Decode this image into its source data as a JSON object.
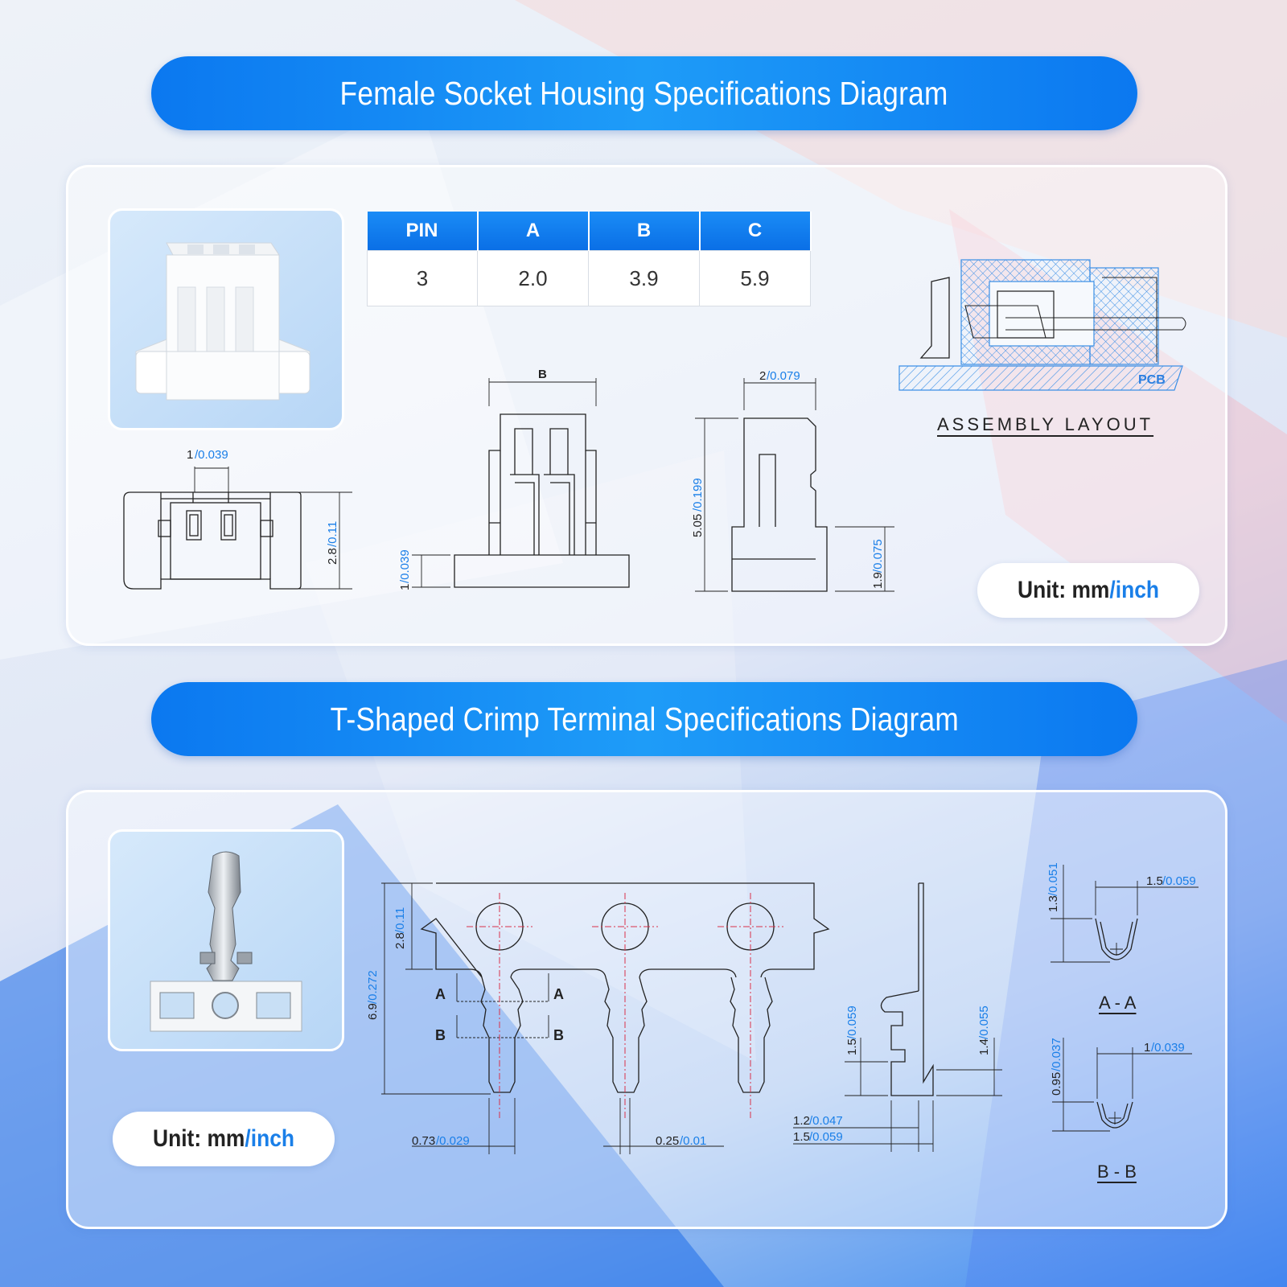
{
  "section1": {
    "title": "Female Socket Housing Specifications Diagram",
    "table": {
      "headers": [
        "PIN",
        "A",
        "B",
        "C"
      ],
      "row": [
        "3",
        "2.0",
        "3.9",
        "5.9"
      ]
    },
    "assembly_label": "ASSEMBLY LAYOUT",
    "pcb_label": "PCB",
    "dims": {
      "pitch_mm": "1",
      "pitch_in": "/0.039",
      "height_mm": "2.8",
      "height_in": "/0.11",
      "b_label": "B",
      "base_mm": "1",
      "base_in": "/0.039",
      "width_mm": "2",
      "width_in": "/0.079",
      "total_mm": "5.05",
      "total_in": "/0.199",
      "foot_mm": "1.9",
      "foot_in": "/0.075"
    },
    "unit": {
      "prefix": "Unit: mm",
      "suffix": "/inch"
    }
  },
  "section2": {
    "title": "T-Shaped Crimp Terminal Specifications Diagram",
    "unit": {
      "prefix": "Unit: mm",
      "suffix": "/inch"
    },
    "dims": {
      "carrier_mm": "2.8",
      "carrier_in": "/0.11",
      "total_mm": "6.9",
      "total_in": "/0.272",
      "a_label": "A",
      "b_label": "B",
      "width_mm": "0.73",
      "width_in": "/0.029",
      "pin_mm": "0.25",
      "pin_in": "/0.01",
      "side_h_mm": "1.5",
      "side_h_in": "/0.059",
      "side_h2_mm": "1.4",
      "side_h2_in": "/0.055",
      "side_t1_mm": "1.2",
      "side_t1_in": "/0.047",
      "side_t2_mm": "1.5",
      "side_t2_in": "/0.059",
      "aa_h_mm": "1.3",
      "aa_h_in": "/0.051",
      "aa_w_mm": "1.5",
      "aa_w_in": "/0.059",
      "bb_h_mm": "0.95",
      "bb_h_in": "/0.037",
      "bb_w_mm": "1",
      "bb_w_in": "/0.039"
    },
    "section_aa": "A - A",
    "section_bb": "B - B"
  },
  "colors": {
    "banner": "#0b78f0",
    "accent_blue": "#1a7fe8",
    "line": "#222222",
    "center_red": "#d9314a"
  }
}
